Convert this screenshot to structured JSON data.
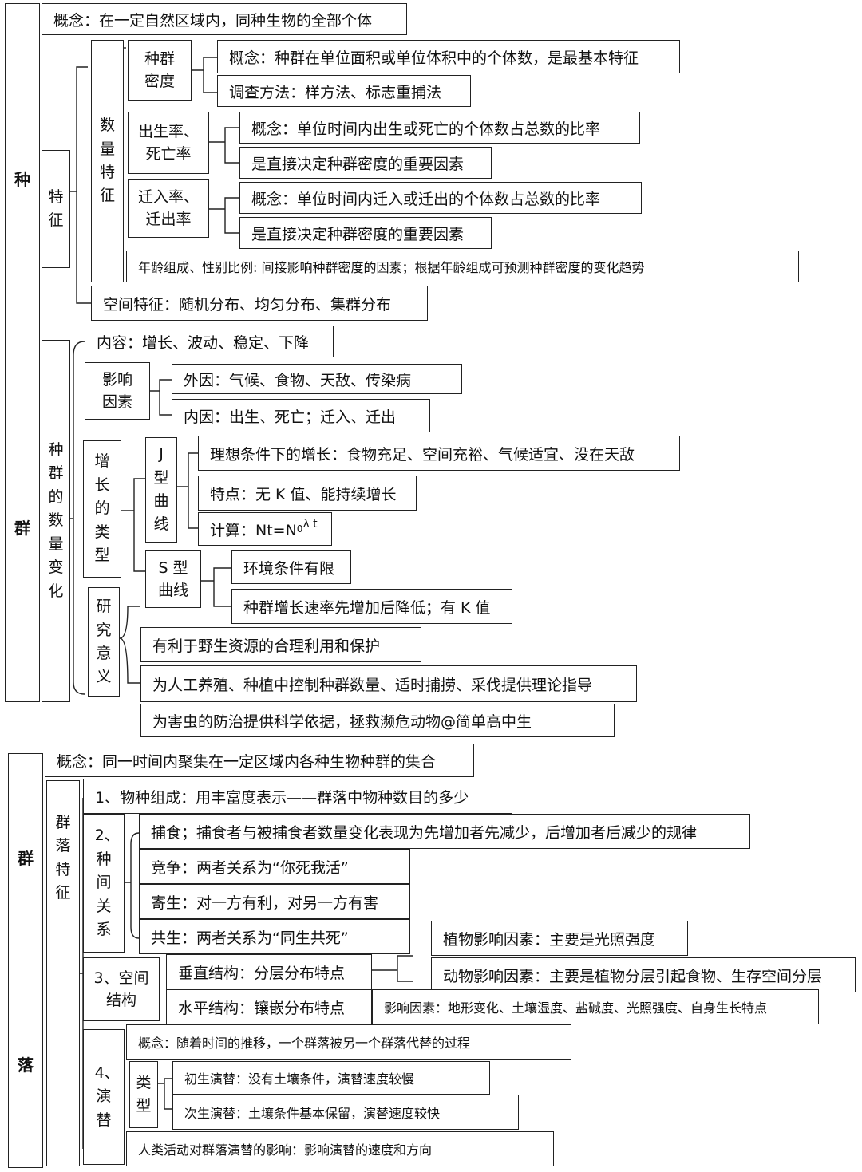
{
  "population": {
    "title_top": "种",
    "title_bottom": "群",
    "concept": "概念：在一定自然区域内，同种生物的全部个体",
    "features": {
      "label": "特　征",
      "quantity": {
        "label": "数量特征",
        "density": {
          "label": "种群密度",
          "concept": "概念：种群在单位面积或单位体积中的个体数，是最基本特征",
          "method": "调查方法：样方法、标志重捕法"
        },
        "birth_death": {
          "label": "出生率、死亡率",
          "concept": "概念：单位时间内出生或死亡的个体数占总数的比率",
          "note": "是直接决定种群密度的重要因素"
        },
        "migration": {
          "label": "迁入率、迁出率",
          "concept": "概念：单位时间内迁入或迁出的个体数占总数的比率",
          "note": "是直接决定种群密度的重要因素"
        },
        "age_sex": "年龄组成、性别比例: 间接影响种群密度的因素；根据年龄组成可预测种群密度的变化趋势"
      },
      "spatial": "空间特征：随机分布、均匀分布、集群分布"
    },
    "change": {
      "label": "种群的数量变化",
      "content": "内容：增长、波动、稳定、下降",
      "factors": {
        "label": "影响因素",
        "external": "外因：气候、食物、天敌、传染病",
        "internal": "内因：出生、死亡；迁入、迁出"
      },
      "growth": {
        "label": "增长的类型",
        "j_curve": {
          "label": "J型曲线",
          "ideal": "理想条件下的增长：食物充足、空间充裕、气候适宜、没在天敌",
          "feature": "特点：无 K 值、能持续增长",
          "calc_prefix": "计算：Nt=N",
          "calc_sub": "0",
          "calc_suffix": " λ t"
        },
        "s_curve": {
          "label": "S 型曲线",
          "env": "环境条件有限",
          "rate": "种群增长速率先增加后降低；有 K 值"
        }
      },
      "research": {
        "label": "研究意义",
        "items": [
          "有利于野生资源的合理利用和保护",
          "为人工养殖、种植中控制种群数量、适时捕捞、采伐提供理论指导",
          "为害虫的防治提供科学依据，拯救濒危动物@简单高中生"
        ]
      }
    }
  },
  "community": {
    "title_top": "群",
    "title_bottom": "落",
    "concept": "概念：同一时间内聚集在一定区域内各种生物种群的集合",
    "features": {
      "label": "群落特征",
      "composition": "1、物种组成：用丰富度表示——群落中物种数目的多少",
      "relations": {
        "label": "2、种间关系",
        "items": [
          "捕食；捕食者与被捕食者数量变化表现为先增加者先减少，后增加者后减少的规律",
          "竞争：两者关系为“你死我活”",
          "寄生：对一方有利，对另一方有害",
          "共生：两者关系为“同生共死”"
        ]
      },
      "structure": {
        "label": "3、空间结构",
        "vertical": "垂直结构：分层分布特点",
        "horizontal": "水平结构：镶嵌分布特点",
        "plant": "植物影响因素：主要是光照强度",
        "animal": "动物影响因素：主要是植物分层引起食物、生存空间分层",
        "horizontal_factors": "影响因素：地形变化、土壤湿度、盐碱度、光照强度、自身生长特点"
      },
      "succession": {
        "label": "4、演替",
        "concept": "概念：随着时间的推移，一个群落被另一个群落代替的过程",
        "types_label": "类型",
        "primary": "初生演替：没有土壤条件，演替速度较慢",
        "secondary": "次生演替：土壤条件基本保留，演替速度较快",
        "human": "人类活动对群落演替的影响：影响演替的速度和方向"
      }
    }
  }
}
